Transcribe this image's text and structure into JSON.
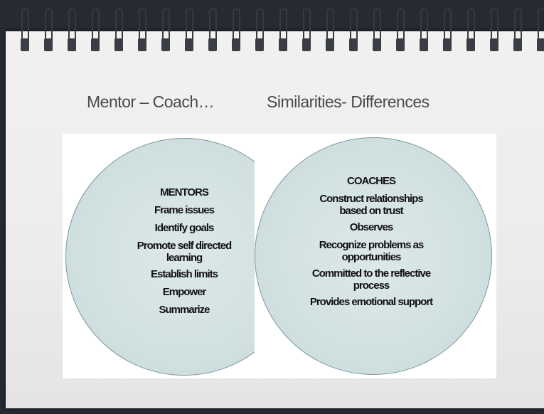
{
  "slide": {
    "title_left": "Mentor – Coach…",
    "title_right": "Similarities- Differences"
  },
  "mentors": {
    "heading": "MENTORS",
    "items": [
      "Frame issues",
      "Identify goals",
      "Promote self directed learning",
      "Establish limits",
      "Empower",
      "Summarize"
    ]
  },
  "coaches": {
    "heading": "COACHES",
    "items": [
      "Construct relationships based on trust",
      "Observes",
      "Recognize problems as opportunities",
      "Committed to the reflective process",
      "Provides emotional support"
    ]
  },
  "colors": {
    "background": "#262a33",
    "paper": "#efefef",
    "circle_fill": "#d3e2e2",
    "circle_stroke": "#7f9797"
  }
}
